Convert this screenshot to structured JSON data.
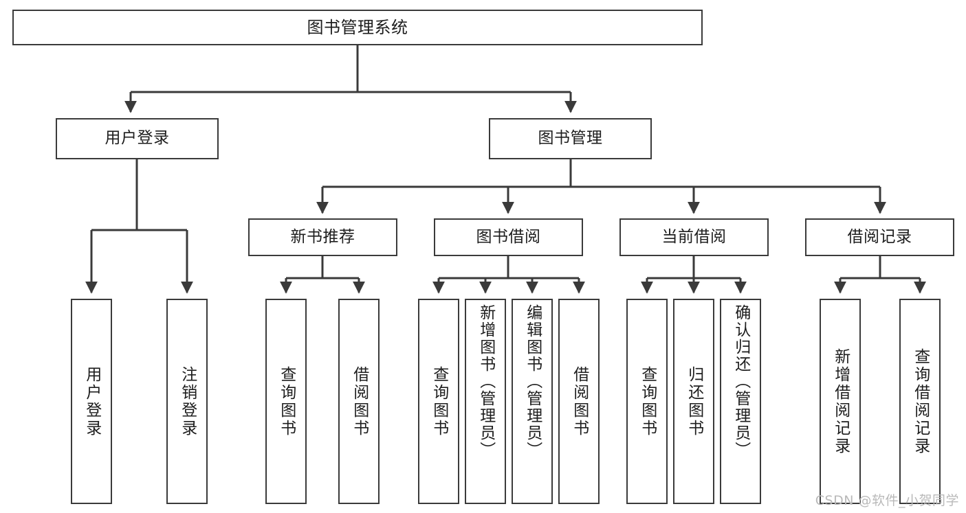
{
  "diagram": {
    "title": "图书管理系统",
    "type": "tree-hierarchy-functional-structure",
    "colors": {
      "box_border": "#3a3a3a",
      "box_fill": "#ffffff",
      "edge": "#3a3a3a",
      "text": "#1d1d1d",
      "watermark": "#b9b9b9",
      "background": "#ffffff"
    },
    "root": {
      "label": "图书管理系统"
    },
    "level2": [
      {
        "label": "用户登录"
      },
      {
        "label": "图书管理"
      }
    ],
    "level3": [
      {
        "label": "新书推荐"
      },
      {
        "label": "图书借阅"
      },
      {
        "label": "当前借阅"
      },
      {
        "label": "借阅记录"
      }
    ],
    "leaves": {
      "user_login": [
        {
          "label": "用户登录"
        },
        {
          "label": "注销登录"
        }
      ],
      "new_book_recommend": [
        {
          "label": "查询图书"
        },
        {
          "label": "借阅图书"
        }
      ],
      "book_borrow": [
        {
          "label": "查询图书"
        },
        {
          "label": "新增图书（管理员）"
        },
        {
          "label": "编辑图书（管理员）"
        },
        {
          "label": "借阅图书"
        }
      ],
      "current_borrow": [
        {
          "label": "查询图书"
        },
        {
          "label": "归还图书"
        },
        {
          "label": "确认归还（管理员）"
        }
      ],
      "borrow_record": [
        {
          "label": "新增借阅记录"
        },
        {
          "label": "查询借阅记录"
        }
      ]
    }
  },
  "watermark": {
    "text": "CSDN @软件_小贺同学"
  }
}
